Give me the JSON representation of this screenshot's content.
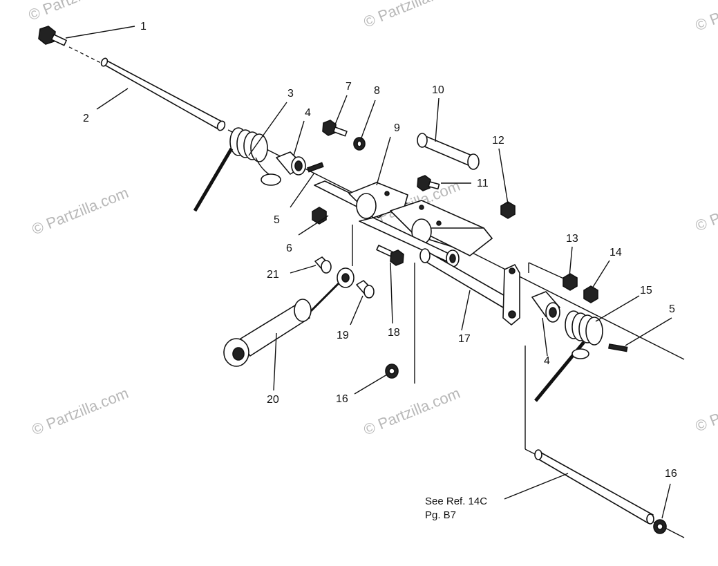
{
  "watermark": "© Partzilla.com",
  "note": {
    "line1": "See Ref. 14C",
    "line2": "Pg. B7"
  },
  "callouts": [
    "1",
    "2",
    "3",
    "4",
    "5",
    "6",
    "7",
    "8",
    "9",
    "10",
    "11",
    "12",
    "13",
    "14",
    "15",
    "5",
    "4",
    "17",
    "18",
    "19",
    "20",
    "21",
    "16",
    "16"
  ]
}
